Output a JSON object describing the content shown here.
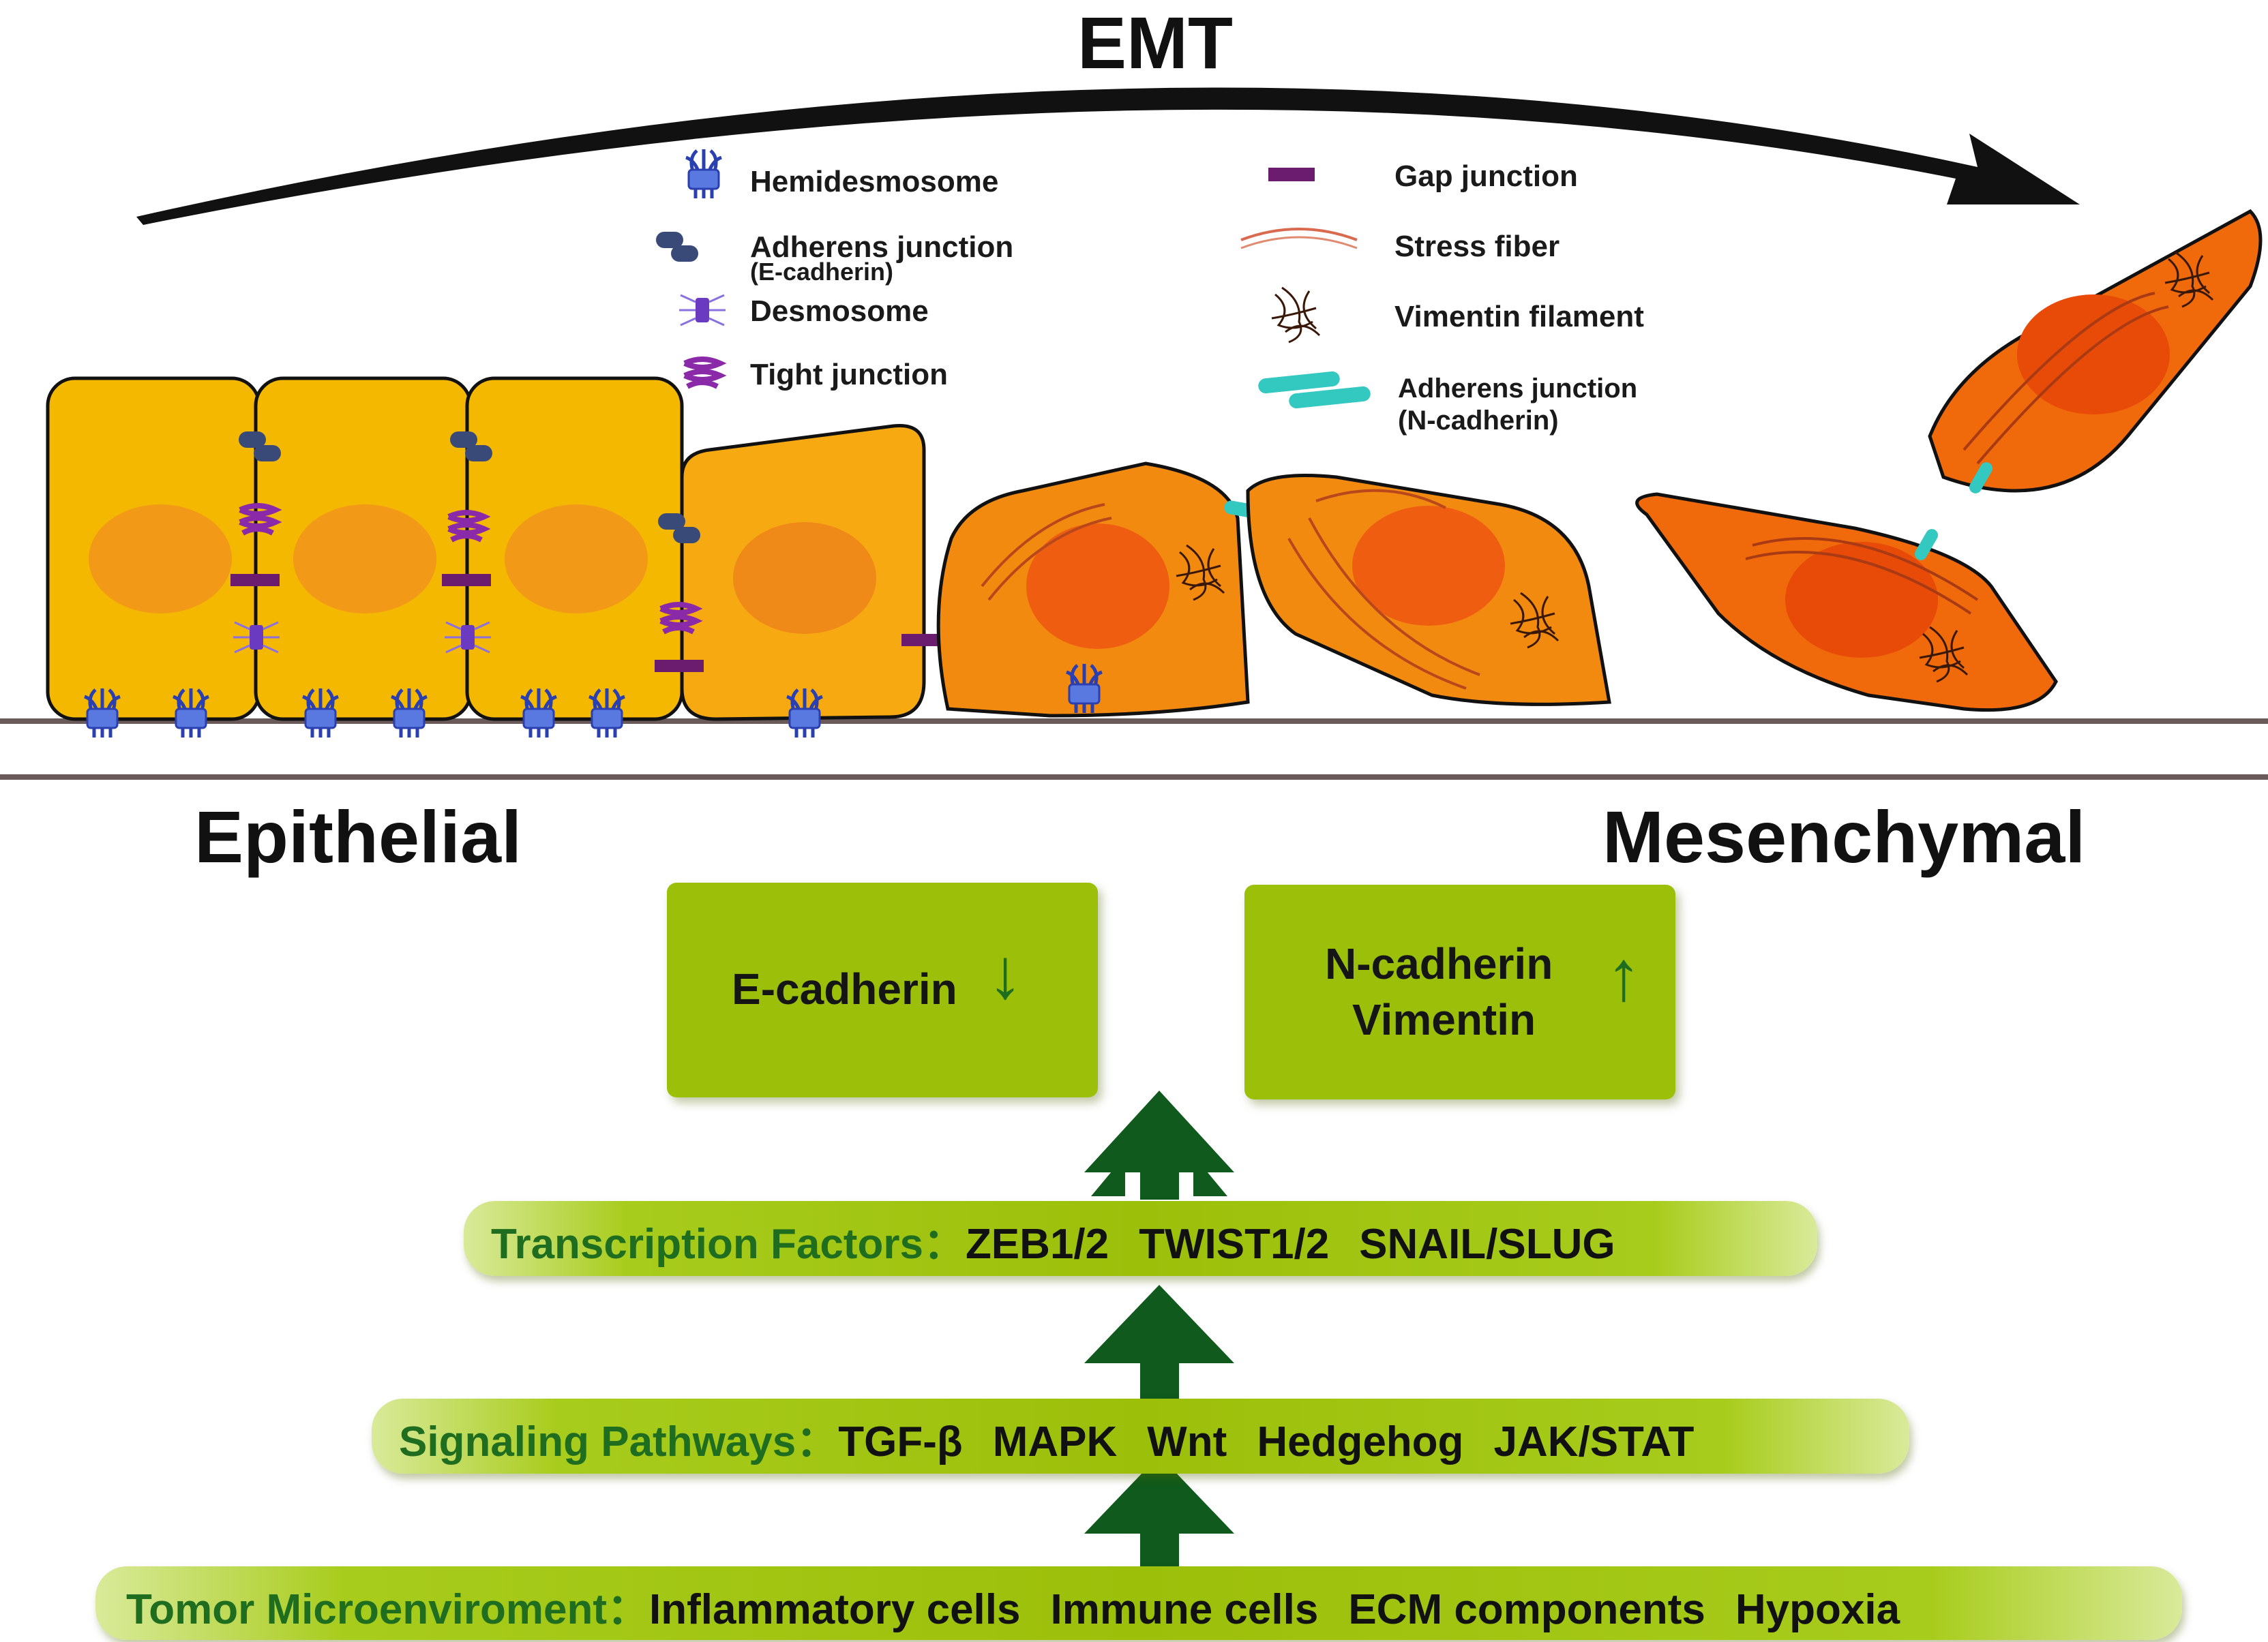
{
  "title": "EMT",
  "sides": {
    "left": "Epithelial",
    "right": "Mesenchymal"
  },
  "legend": {
    "hemidesmosome": "Hemidesmosome",
    "adherens_e_line1": "Adherens junction",
    "adherens_e_line2": "(E-cadherin)",
    "desmosome": "Desmosome",
    "tight_junction": "Tight junction",
    "gap_junction": "Gap junction",
    "stress_fiber": "Stress fiber",
    "vimentin_filament": "Vimentin filament",
    "adherens_n_line1": "Adherens junction",
    "adherens_n_line2": "(N-cadherin)"
  },
  "markers": {
    "down": {
      "label": "E-cadherin",
      "arrow": "↓"
    },
    "up": {
      "line1": "N-cadherin",
      "line2": "Vimentin",
      "arrow": "↑"
    }
  },
  "transcription": {
    "lead": "Transcription Factors：",
    "items": [
      "ZEB1/2",
      "TWIST1/2",
      "SNAIL/SLUG"
    ]
  },
  "signaling": {
    "lead": "Signaling Pathways：",
    "items": [
      "TGF-β",
      "MAPK",
      "Wnt",
      "Hedgehog",
      "JAK/STAT"
    ]
  },
  "microenvironment": {
    "lead": "Tomor Microenviroment：",
    "items": [
      "Inflammatory cells",
      "Immune cells",
      "ECM components",
      "Hypoxia"
    ]
  },
  "colors": {
    "epithelial_cell": "#f5b800",
    "mesenchymal_cell": "#f77a10",
    "box_green": "#9cbf0a",
    "up_arrow": "#0f5a1c",
    "lead_text": "#1f6d1f"
  }
}
